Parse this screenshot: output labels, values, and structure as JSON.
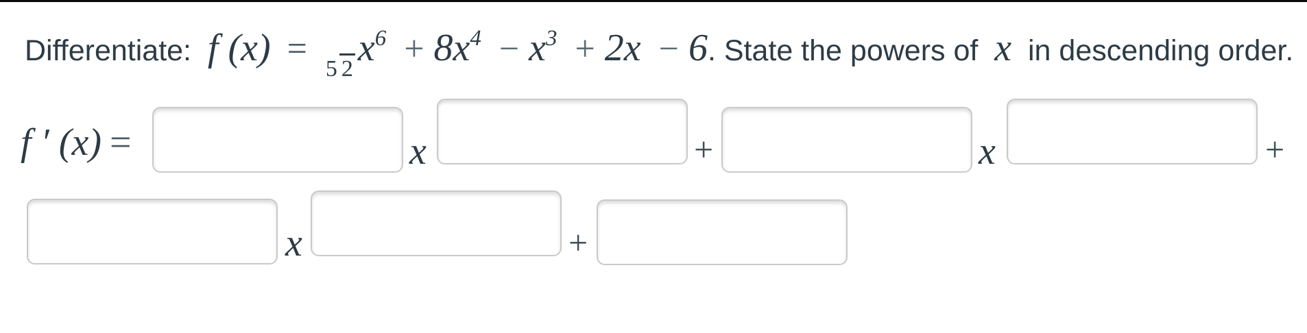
{
  "question": {
    "label": "Differentiate:",
    "lhs": "f (x)",
    "equals": "=",
    "fraction_numerator": "5",
    "fraction_denominator": "2",
    "term1_base": "x",
    "term1_exponent": "6",
    "operator1": "+",
    "term2_base": "8x",
    "term2_exponent": "4",
    "operator2": "−",
    "term3_base": "x",
    "term3_exponent": "3",
    "operator3": "+",
    "term4_base": "2x",
    "operator4": "−",
    "term5_base": "6",
    "instruction_prefix": ". State the powers of",
    "instruction_variable": "x",
    "instruction_suffix": "in descending order."
  },
  "answer": {
    "lhs": "f ′ (x)",
    "equals": "=",
    "variable": "x",
    "plus": "+",
    "blanks": [
      {
        "value": ""
      },
      {
        "value": ""
      },
      {
        "value": ""
      },
      {
        "value": ""
      },
      {
        "value": ""
      },
      {
        "value": ""
      },
      {
        "value": ""
      }
    ]
  },
  "colors": {
    "text": "#2d3b45",
    "top_border": "#0a0a0a",
    "blank_border": "#c9c9c9",
    "background": "#ffffff"
  }
}
